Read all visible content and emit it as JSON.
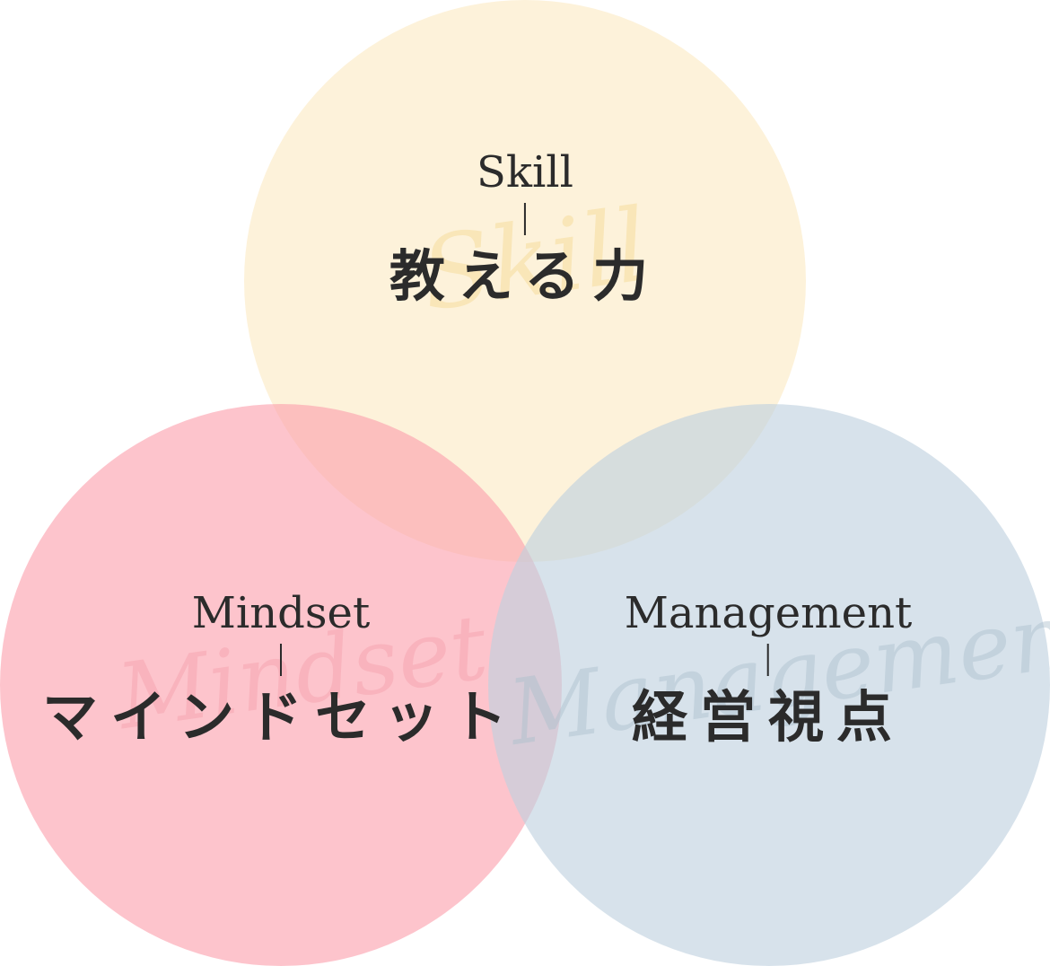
{
  "colors": {
    "skill_circle": "#FCEAC4",
    "mindset_circle": "#FBA0AC",
    "management_circle": "#BED0DE",
    "text": "#2B2B2B"
  },
  "skill": {
    "en": "Skill",
    "script": "Skill",
    "jp": "教える力"
  },
  "mindset": {
    "en": "Mindset",
    "script": "Mindset",
    "jp": "マインドセット"
  },
  "management": {
    "en": "Management",
    "script": "Management",
    "jp": "経営視点"
  }
}
